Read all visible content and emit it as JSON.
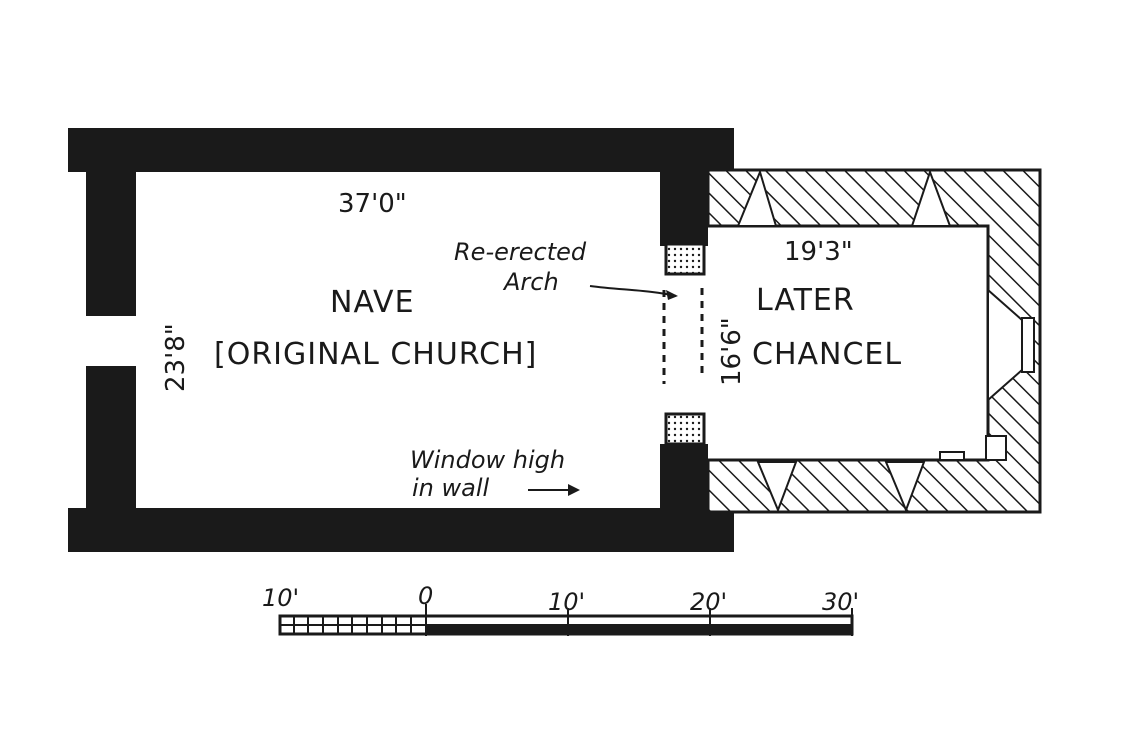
{
  "colors": {
    "ink": "#1a1a1a",
    "paper": "#ffffff",
    "hatch": "#1a1a1a"
  },
  "rooms": {
    "nave": {
      "name": "NAVE",
      "subtitle": "[ORIGINAL CHURCH]",
      "length": "37'0\"",
      "width": "23'8\""
    },
    "chancel": {
      "name_line1": "LATER",
      "name_line2": "CHANCEL",
      "length": "19'3\"",
      "width": "16'6\""
    }
  },
  "annotations": {
    "arch_line1": "Re-erected",
    "arch_line2": "Arch",
    "window_line1": "Window high",
    "window_line2": "in wall"
  },
  "scale_bar": {
    "labels": [
      "10'",
      "0",
      "10'",
      "20'",
      "30'"
    ]
  }
}
